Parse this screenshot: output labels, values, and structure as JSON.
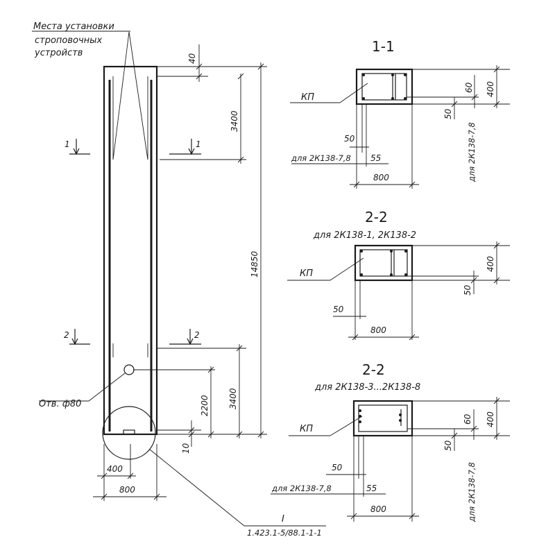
{
  "elevation": {
    "lifting_note_line1": "Места установки",
    "lifting_note_line2": "строповочных",
    "lifting_note_line3": "устройств",
    "dim_top": "40",
    "dim_upper_lift": "3400",
    "dim_total": "14850",
    "dim_lower_lift": "3400",
    "dim_hole": "2200",
    "dim_bottom": "10",
    "dim_half_width": "400",
    "dim_width": "800",
    "hole_label": "Отв. ф80",
    "cut1_left": "1",
    "cut1_right": "1",
    "cut2_left": "2",
    "cut2_right": "2",
    "node_label": "I",
    "node_ref": "1.423.1-5/88.1-1-1"
  },
  "section_1": {
    "title": "1-1",
    "kp_label": "КП",
    "dim_60": "60",
    "dim_400": "400",
    "dim_50_right": "50",
    "dim_50_left": "50",
    "dim_55": "55",
    "note_left": "для 2К138-7,8",
    "note_right": "для 2К138-7,8",
    "dim_800": "800"
  },
  "section_2a": {
    "title": "2-2",
    "subtitle": "для 2К138-1, 2К138-2",
    "kp_label": "КП",
    "dim_400": "400",
    "dim_50_right": "50",
    "dim_50_left": "50",
    "dim_800": "800"
  },
  "section_2b": {
    "title": "2-2",
    "subtitle": "для 2К138-3...2К138-8",
    "kp_label": "КП",
    "dim_60": "60",
    "dim_400": "400",
    "dim_50_right": "50",
    "dim_50_left": "50",
    "dim_55": "55",
    "note_left": "для 2К138-7,8",
    "note_right": "для 2К138-7,8",
    "dim_800": "800"
  }
}
